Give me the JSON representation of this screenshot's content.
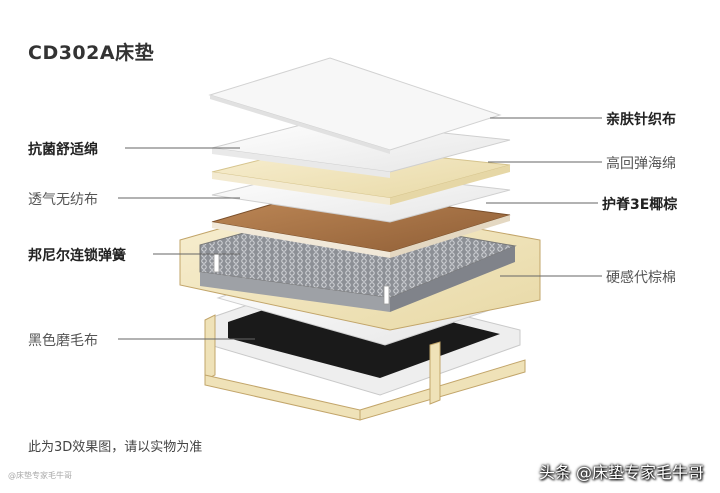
{
  "title": "CD302A床垫",
  "layers_left": [
    {
      "label": "抗菌舒适绵",
      "bold": true
    },
    {
      "label": "透气无纺布",
      "bold": false
    },
    {
      "label": "邦尼尔连锁弹簧",
      "bold": true
    },
    {
      "label": "黑色磨毛布",
      "bold": false
    }
  ],
  "layers_right": [
    {
      "label": "亲肤针织布",
      "bold": true
    },
    {
      "label": "高回弹海绵",
      "bold": false
    },
    {
      "label": "护脊3E椰棕",
      "bold": true
    },
    {
      "label": "硬感代棕棉",
      "bold": false
    }
  ],
  "note": "此为3D效果图，请以实物为准",
  "watermark": "头条 @床垫专家毛牛哥",
  "small_watermark": "@床垫专家毛牛哥",
  "colors": {
    "foam_white": "#f4f4f4",
    "cream": "#f1e6c4",
    "coir": "#b07a4c",
    "frame_cream": "#efe2b8",
    "black_cloth": "#1a1a1a",
    "line": "#666666"
  }
}
